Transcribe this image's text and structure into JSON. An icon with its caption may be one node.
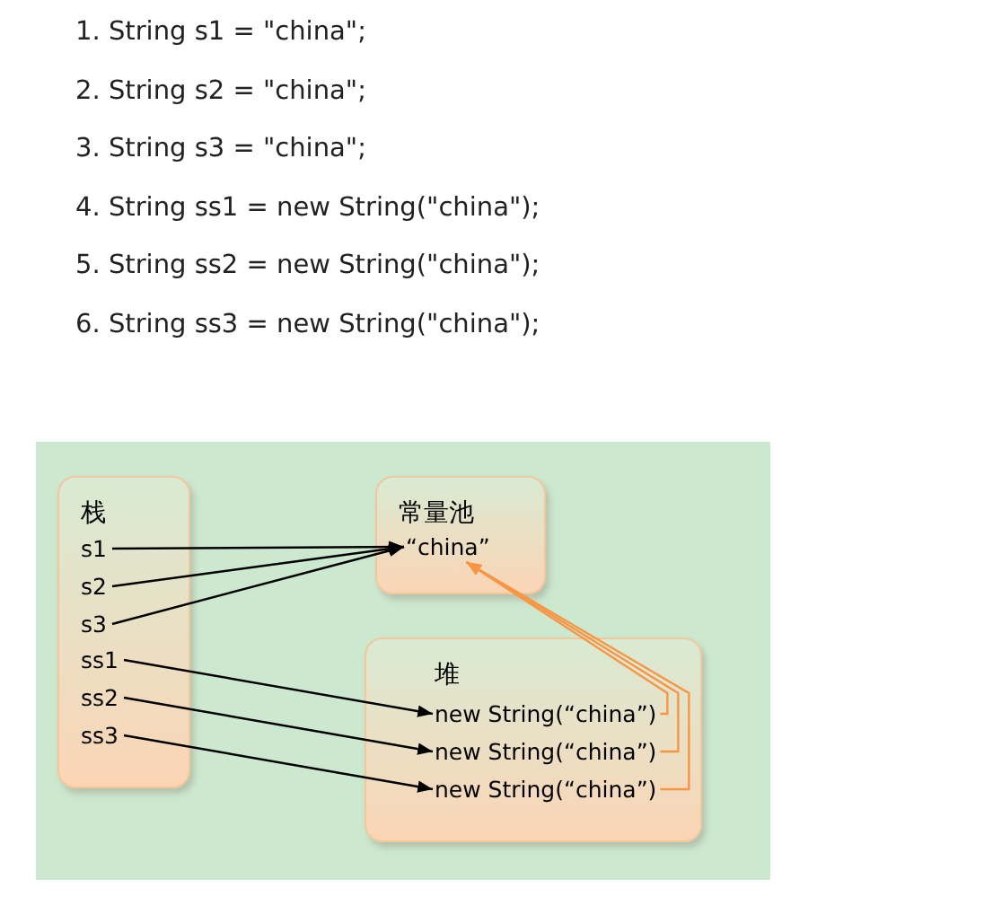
{
  "diagram": {
    "nodes": [
      {
        "text": [
          "栈"
        ]
      },
      {
        "text": [
          "s1"
        ],
        "in": 0
      },
      {
        "text": [
          "s2"
        ],
        "in": 0
      },
      {
        "text": [
          "s3"
        ],
        "in": 0
      },
      {
        "text": [
          "ss1"
        ],
        "in": 0
      },
      {
        "text": [
          "ss2"
        ],
        "in": 0
      },
      {
        "text": [
          "ss3"
        ],
        "in": 0
      },
      {
        "text": [
          "常量池"
        ]
      },
      {
        "text": [
          "“china”"
        ],
        "in": 7
      },
      {
        "text": [
          "堆"
        ]
      },
      {
        "text": [
          "new String(“china”)"
        ],
        "in": 9
      },
      {
        "text": [
          "new String(“china”)"
        ],
        "in": 9
      },
      {
        "text": [
          "new String(“china”)"
        ],
        "in": 9
      }
    ],
    "edges": [
      {
        "from": 1,
        "to": 8,
        "arrow": "to"
      },
      {
        "from": 2,
        "to": 8,
        "arrow": "to"
      },
      {
        "from": 3,
        "to": 8,
        "arrow": "to"
      },
      {
        "from": 4,
        "to": 10,
        "arrow": "to"
      },
      {
        "from": 5,
        "to": 11,
        "arrow": "to"
      },
      {
        "from": 6,
        "to": 12,
        "arrow": "to"
      },
      {
        "from": 10,
        "to": 8,
        "arrow": "to",
        "color": "#f79646"
      },
      {
        "from": 11,
        "to": 8,
        "arrow": "to",
        "color": "#f79646"
      },
      {
        "from": 12,
        "to": 8,
        "arrow": "to",
        "color": "#f79646"
      }
    ],
    "labels": [
      "1. String s1 = \"china\";",
      "2. String s2 = \"china\";",
      "3. String s3 = \"china\";",
      "4. String ss1 = new String(\"china\");",
      "5. String ss2 = new String(\"china\");",
      "6. String ss3 = new String(\"china\");"
    ]
  }
}
